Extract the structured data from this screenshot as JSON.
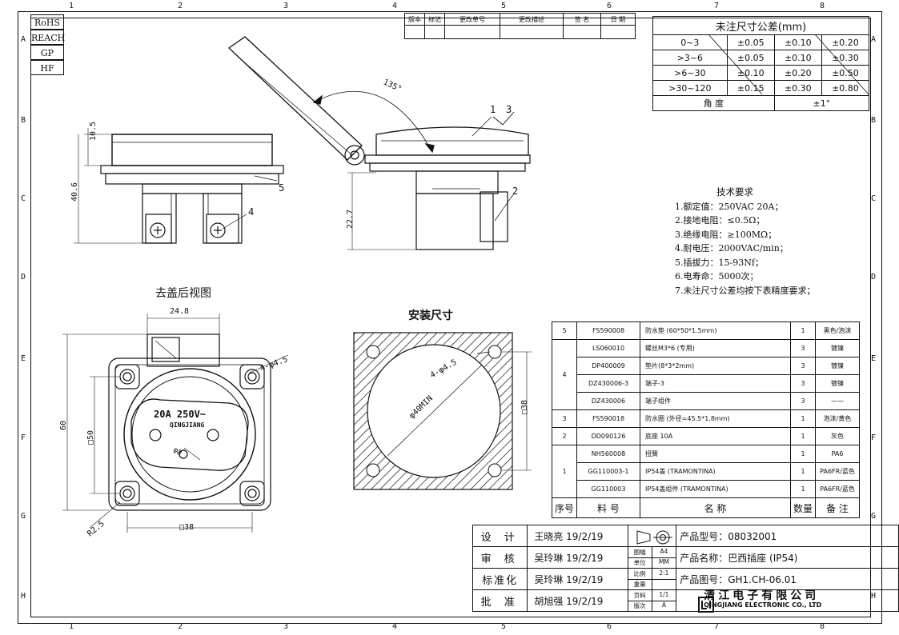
{
  "grid": {
    "columns": [
      "1",
      "2",
      "3",
      "4",
      "5",
      "6",
      "7",
      "8"
    ],
    "rows": [
      "A",
      "B",
      "C",
      "D",
      "E",
      "F",
      "G",
      "H"
    ]
  },
  "certs": [
    "RoHS",
    "REACH",
    "GP",
    "HF"
  ],
  "revision_headers": [
    "版本",
    "标记",
    "更改单号",
    "更改描述",
    "签 名",
    "日 期"
  ],
  "tolerance": {
    "title": "未注尺寸公差(mm)",
    "rows": [
      [
        "0~3",
        "±0.05",
        "±0.10",
        "±0.20"
      ],
      [
        ">3~6",
        "±0.05",
        "±0.10",
        "±0.30"
      ],
      [
        ">6~30",
        "±0.10",
        "±0.20",
        "±0.50"
      ],
      [
        ">30~120",
        "±0.15",
        "±0.30",
        "±0.80"
      ]
    ],
    "angle_label": "角 度",
    "angle_value": "±1°"
  },
  "views": {
    "rear_view_title": "去盖后视图",
    "install_title": "安装尺寸"
  },
  "dimensions": {
    "d_10_5": "10.5",
    "d_40_6": "40.6",
    "d_22_7": "22.7",
    "d_135": "135°",
    "d_24_8": "24.8",
    "d_4_45_a": "4-φ4.5",
    "d_60": "60",
    "d_50": "□50",
    "d_38_bottom": "□38",
    "d_r2_5": "R2.5",
    "d_4_45_b": "4-φ4.5",
    "d_40min": "φ40MIN",
    "d_38_right": "□38",
    "d_8": "φ8"
  },
  "callouts": [
    "1",
    "3",
    "5",
    "4",
    "2"
  ],
  "face_text": {
    "rating": "20A 250V~",
    "brand": "QINGJIANG"
  },
  "tech": {
    "title": "技术要求",
    "items": [
      "1.额定值：250VAC 20A；",
      "2.接地电阻：≤0.5Ω；",
      "3.绝缘电阻：≥100MΩ；",
      "4.耐电压：2000VAC/min；",
      "5.插拔力：15-93Nf；",
      "6.电寿命：5000次；",
      "7.未注尺寸公差均按下表精度要求；"
    ]
  },
  "bom": {
    "header": [
      "序号",
      "料 号",
      "名 称",
      "数量",
      "备 注"
    ],
    "rows": [
      {
        "no": "5",
        "code": "FS590008",
        "name": "防水垫 (60*50*1.5mm)",
        "qty": "1",
        "note": "黑色/泡沫"
      },
      {
        "no": "4",
        "code": "LS060010",
        "name": "螺丝M3*6 (专用)",
        "qty": "3",
        "note": "镀镍"
      },
      {
        "no": "",
        "code": "DP400009",
        "name": "垫片(8*3*2mm)",
        "qty": "3",
        "note": "镀镍"
      },
      {
        "no": "",
        "code": "DZ430006-3",
        "name": "端子-3",
        "qty": "3",
        "note": "镀镍"
      },
      {
        "no": "",
        "code": "DZ430006",
        "name": "端子组件",
        "qty": "3",
        "note": "——"
      },
      {
        "no": "3",
        "code": "FS590018",
        "name": "防水圈 (外径=45.5*1.8mm)",
        "qty": "1",
        "note": "泡沫/黄色"
      },
      {
        "no": "2",
        "code": "DD090126",
        "name": "底座 10A",
        "qty": "1",
        "note": "灰色"
      },
      {
        "no": "1",
        "code": "NH560008",
        "name": "扭簧",
        "qty": "1",
        "note": "PA6"
      },
      {
        "no": "",
        "code": "GG110003-1",
        "name": "IP54盖 (TRAMONTINA)",
        "qty": "1",
        "note": "PA6FR/蓝色"
      },
      {
        "no": "",
        "code": "GG110003",
        "name": "IP54盖组件 (TRAMONTINA)",
        "qty": "1",
        "note": "PA6FR/蓝色"
      }
    ]
  },
  "titleblock": {
    "rows": [
      {
        "role": "设 计",
        "who": "王晓亮 19/2/19"
      },
      {
        "role": "审 核",
        "who": "吴玲琳 19/2/19"
      },
      {
        "role": "标准化",
        "who": "吴玲琳 19/2/19"
      },
      {
        "role": "批 准",
        "who": "胡旭强 19/2/19"
      }
    ],
    "meta": [
      [
        "图幅",
        "A4"
      ],
      [
        "单位",
        "MM"
      ],
      [
        "比例",
        "2:1"
      ],
      [
        "重量",
        ""
      ],
      [
        "页码",
        "1/1"
      ],
      [
        "版次",
        "A"
      ]
    ],
    "model": "产品型号：08032001",
    "name": "产品名称：巴西插座 (IP54)",
    "drawing_no": "产品图号：GH1.CH-06.01",
    "company": "清江电子有限公司",
    "company_en": "QINGJIANG ELECTRONIC CO., LTD"
  }
}
